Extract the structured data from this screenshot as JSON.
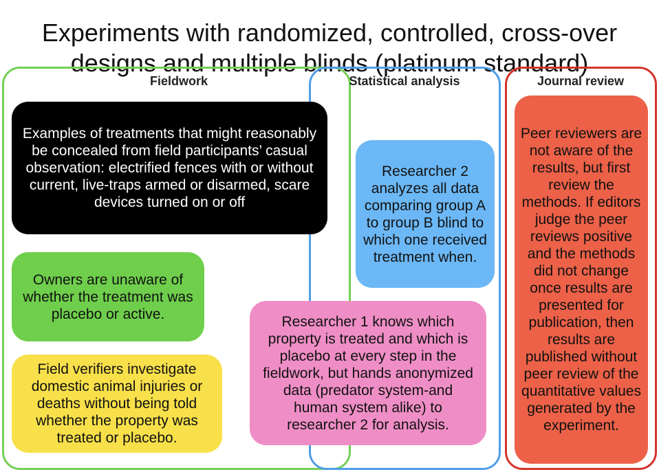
{
  "title": {
    "line1": "Experiments with randomized, controlled, cross-over",
    "line2": "designs and multiple blinds (platinum standard)"
  },
  "columns": {
    "fieldwork": "Fieldwork",
    "statistical_analysis": "Statistical analysis",
    "journal_review": "Journal review"
  },
  "boxes": {
    "treatments": "Examples of treatments that might reasonably be concealed from field participants’ casual observation: electrified fences with or without current, live-traps armed or disarmed, scare devices turned on or off",
    "owners": "Owners are unaware of whether the treatment was placebo or active.",
    "field_verifiers": "Field verifiers investigate domestic animal injuries or deaths without being told whether the property was treated or placebo.",
    "researcher2": "Researcher 2 analyzes all data comparing group A to group B blind to which one received treatment when.",
    "researcher1": "Researcher 1 knows which property is treated and which is placebo at every step in the fieldwork, but hands anonymized data (predator system-and human system alike) to researcher 2 for analysis.",
    "peer_review": "Peer reviewers are not aware of the results, but first review the methods. If editors judge the peer reviews positive and the methods did not change once results are presented for publication, then results are published without peer review of the quantitative values generated by the experiment."
  },
  "colors": {
    "fieldwork_frame": "#74cf55",
    "analysis_frame": "#4f9de8",
    "review_frame": "#d4322a"
  }
}
